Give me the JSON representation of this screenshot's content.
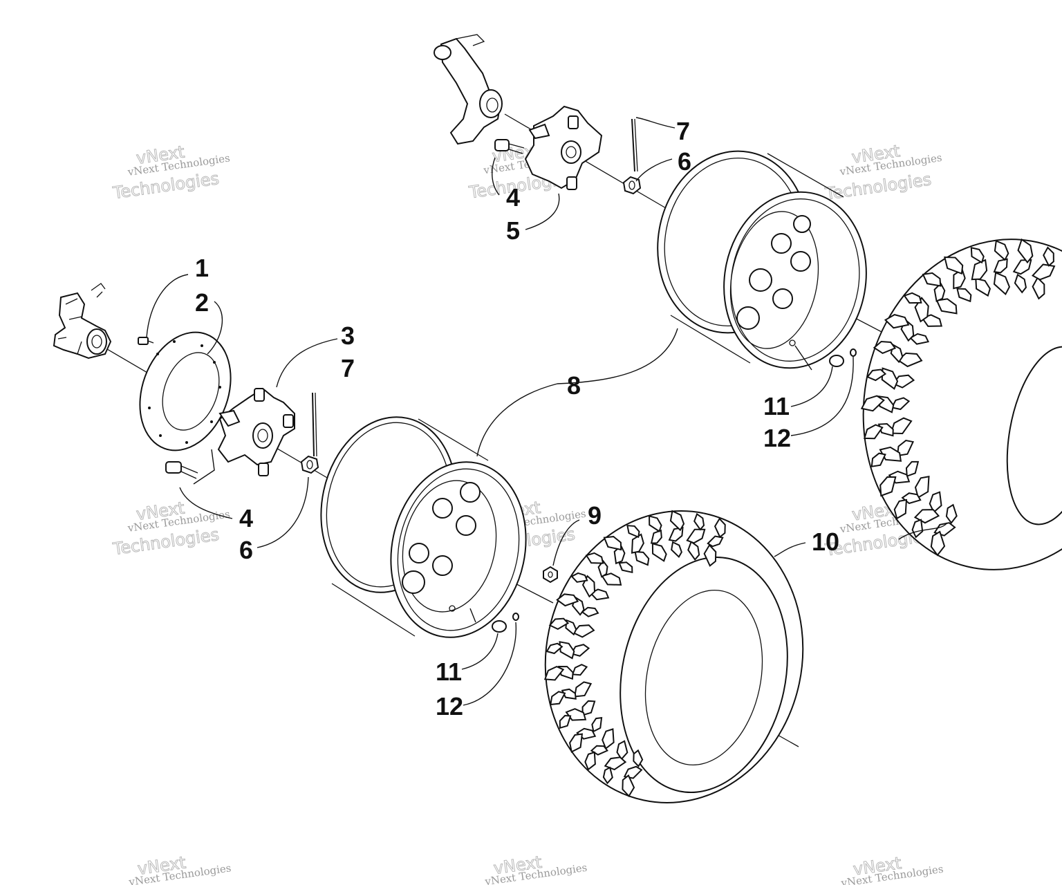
{
  "watermark": {
    "line1": "vNext",
    "line2": "Technologies",
    "full": "vNext Technologies"
  },
  "callouts": [
    {
      "id": "c1a",
      "text": "1"
    },
    {
      "id": "c2a",
      "text": "2"
    },
    {
      "id": "c3a",
      "text": "3"
    },
    {
      "id": "c7a",
      "text": "7"
    },
    {
      "id": "c4a",
      "text": "4"
    },
    {
      "id": "c6a",
      "text": "6"
    },
    {
      "id": "c8",
      "text": "8"
    },
    {
      "id": "c9",
      "text": "9"
    },
    {
      "id": "c10",
      "text": "10"
    },
    {
      "id": "c11a",
      "text": "11"
    },
    {
      "id": "c12a",
      "text": "12"
    },
    {
      "id": "c7b",
      "text": "7"
    },
    {
      "id": "c6b",
      "text": "6"
    },
    {
      "id": "c4b",
      "text": "4"
    },
    {
      "id": "c5",
      "text": "5"
    },
    {
      "id": "c11b",
      "text": "11"
    },
    {
      "id": "c12b",
      "text": "12"
    }
  ]
}
